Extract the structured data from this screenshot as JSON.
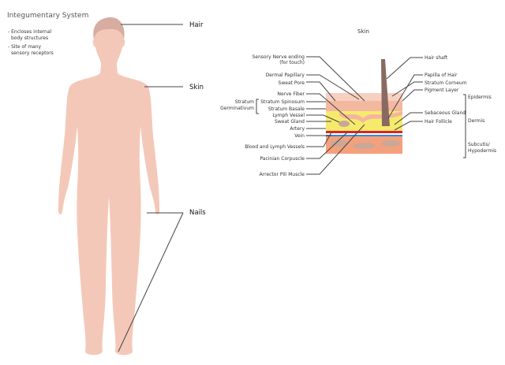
{
  "title": "Integumentary System",
  "notes": [
    "- Encloses internal",
    "body structures",
    "- Site of many",
    "sensory receptors"
  ],
  "body_labels": {
    "hair": "Hair",
    "skin": "Skin",
    "nails": "Nails"
  },
  "skin_title": "Skin",
  "left_labels": [
    "Sensory Nerve ending",
    "(for touch)",
    "Dermal Papillary",
    "Sweat Pore",
    "Nerve Fiber",
    "Stratum Spinosum",
    "Stratum Basale",
    "Lymph Vessel",
    "Sweat Gland",
    "Artery",
    "Vein",
    "Blood and Lymph Vessels",
    "Pacinian Corpuscle",
    "Arrector Pili Muscle"
  ],
  "stratum_group": [
    "Stratum",
    "Germinativum"
  ],
  "right_labels": [
    "Hair shaft",
    "Papilla of Hair",
    "Stratum Corneum",
    "Pigment Layer",
    "Sebaceous Gland",
    "Hair Follicle"
  ],
  "layers": [
    "Epidermis",
    "Dermis",
    "Subcutis/",
    "Hypodermis"
  ],
  "colors": {
    "skin": "#f4c8b8",
    "hair": "#d6ada0",
    "dermis": "#f6ea6c",
    "artery": "#d8262e",
    "vein": "#2b8ee0"
  }
}
